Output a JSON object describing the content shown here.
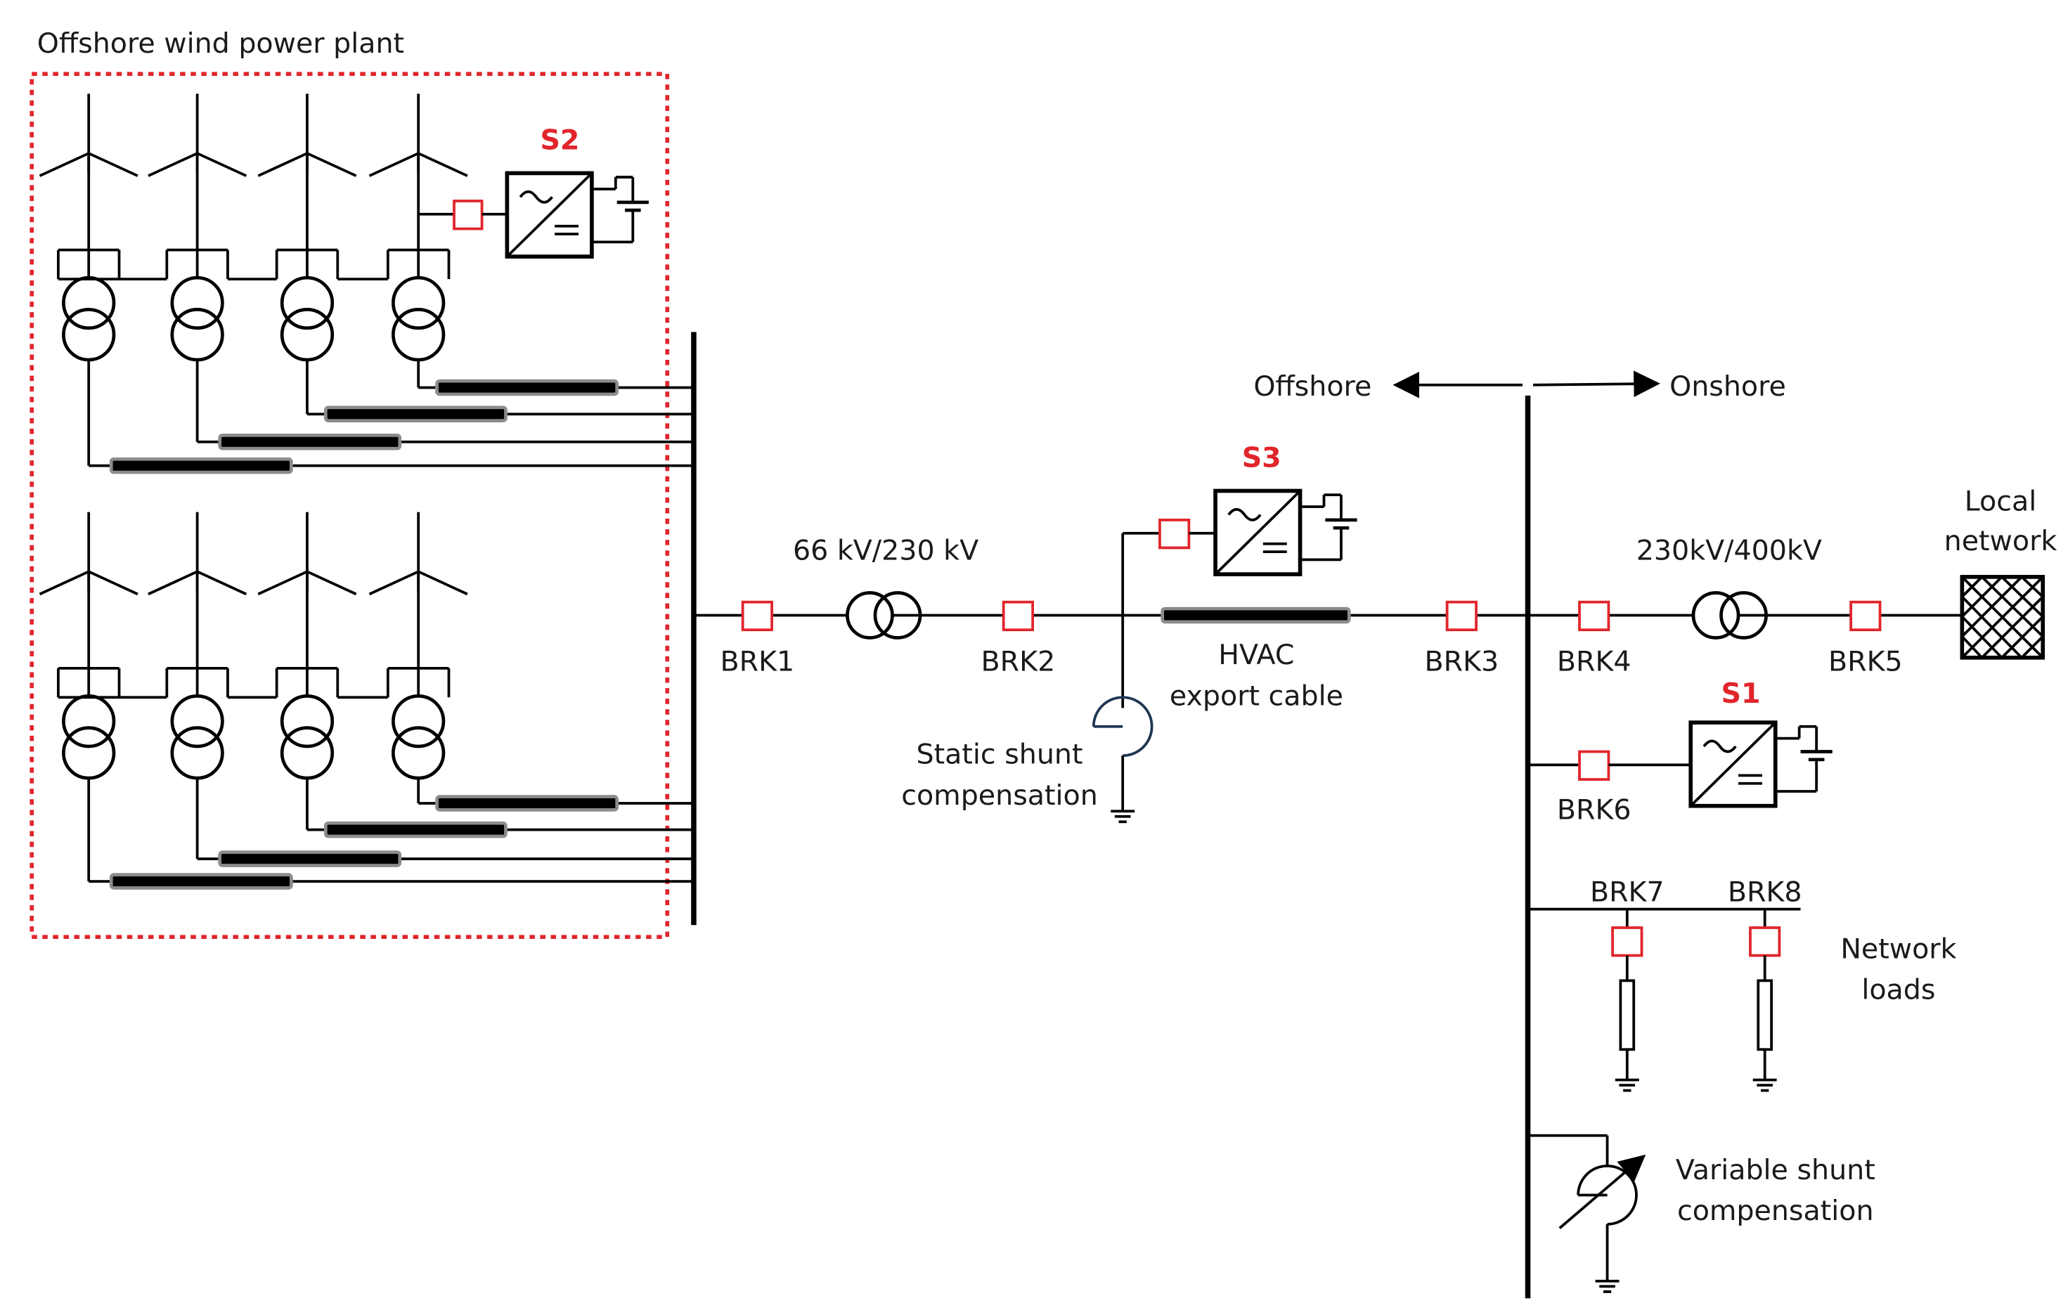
{
  "title": "Offshore wind power plant",
  "transformer1_label": "66 kV/230 kV",
  "transformer2_label": "230kV/400kV",
  "divider": {
    "left": "Offshore",
    "right": "Onshore"
  },
  "sources": {
    "s1": "S1",
    "s2": "S2",
    "s3": "S3"
  },
  "breakers": {
    "brk1": "BRK1",
    "brk2": "BRK2",
    "brk3": "BRK3",
    "brk4": "BRK4",
    "brk5": "BRK5",
    "brk6": "BRK6",
    "brk7": "BRK7",
    "brk8": "BRK8"
  },
  "cable_label": [
    "HVAC",
    "export cable"
  ],
  "static_shunt_label": [
    "Static shunt",
    "compensation"
  ],
  "local_network_label": [
    "Local",
    "network"
  ],
  "network_loads_label": [
    "Network",
    "loads"
  ],
  "variable_shunt_label": [
    "Variable shunt",
    "compensation"
  ],
  "colors": {
    "line": "#000000",
    "accent": "#e0252b",
    "cable_outline": "#8c8c8c",
    "shunt": "#1f3552"
  }
}
